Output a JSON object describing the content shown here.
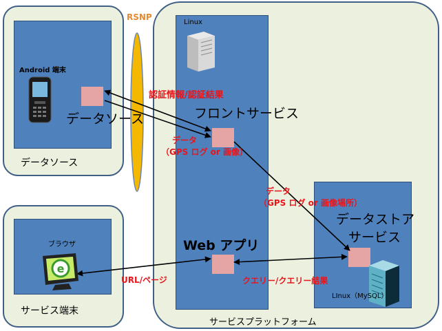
{
  "colors": {
    "outer_fill": "#ebf1de",
    "outer_border": "#3f5f86",
    "inner_fill": "#4f81bd",
    "node_fill": "#e6a5a5",
    "rsnp_fill": "#f5b800",
    "rsnp_label": "#e58a2e",
    "arrow_label": "#e8151b"
  },
  "rsnp": {
    "label": "RSNP"
  },
  "data_source": {
    "outer_label": "データソース",
    "device_label": "Android 端末",
    "big_label": "データソース",
    "device_icon": "mobile-phone-icon"
  },
  "service_terminal": {
    "outer_label": "サービス端末",
    "device_label": "ブラウザ",
    "device_icon": "browser-monitor-icon"
  },
  "platform": {
    "outer_label": "サービスプラットフォーム",
    "os_label": "Linux",
    "server_icon": "server-tower-icon",
    "front_label": "フロントサービス",
    "web_label": "Web アプリ",
    "datastore_label_1": "データストア",
    "datastore_label_2": "サービス",
    "db_label": "LInux（MySQL）",
    "db_icon": "database-server-icon"
  },
  "arrows": {
    "auth": "認証情報/認証結果",
    "data1_line1": "データ",
    "data1_line2": "（GPS ログ or 画像）",
    "data2_line1": "データ",
    "data2_line2": "（GPS ログ or 画像場所）",
    "url": "URL/ページ",
    "query": "クエリー/クエリー結果"
  }
}
